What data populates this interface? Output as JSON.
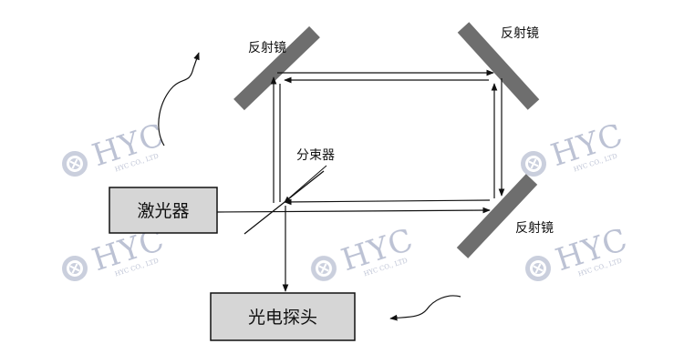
{
  "labels": {
    "laser": "激光器",
    "detector": "光电探头",
    "beam_splitter": "分束器",
    "mirror_top_left": "反射镜",
    "mirror_top_right": "反射镜",
    "mirror_bottom_right": "反射镜"
  },
  "watermark": {
    "brand": "HYC",
    "sub": "HYC CO., LTD"
  },
  "colors": {
    "mirror": "#6e6e6e",
    "box_fill": "#d6d6d6",
    "watermark": "#b9bfd2",
    "line": "#111111"
  }
}
